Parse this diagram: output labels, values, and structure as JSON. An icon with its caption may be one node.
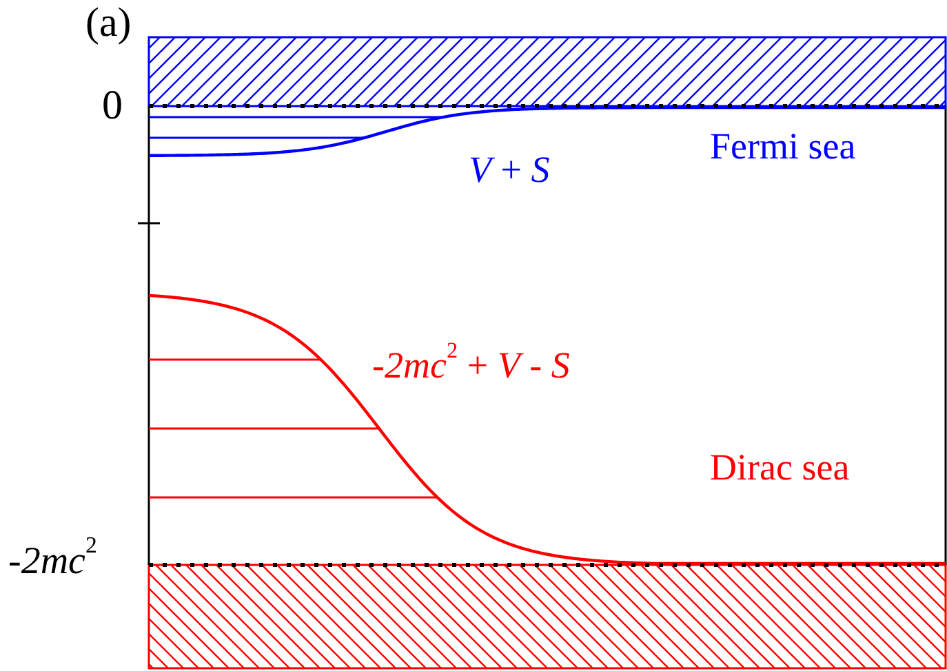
{
  "diagram": {
    "labels": [
      "(a)",
      "0",
      "*V* + *S*",
      "Fermi sea",
      "*-2mc*$^{2}$ + *V* - *S*",
      "Dirac sea",
      "*-2mc*$^{2}$"
    ]
  }
}
